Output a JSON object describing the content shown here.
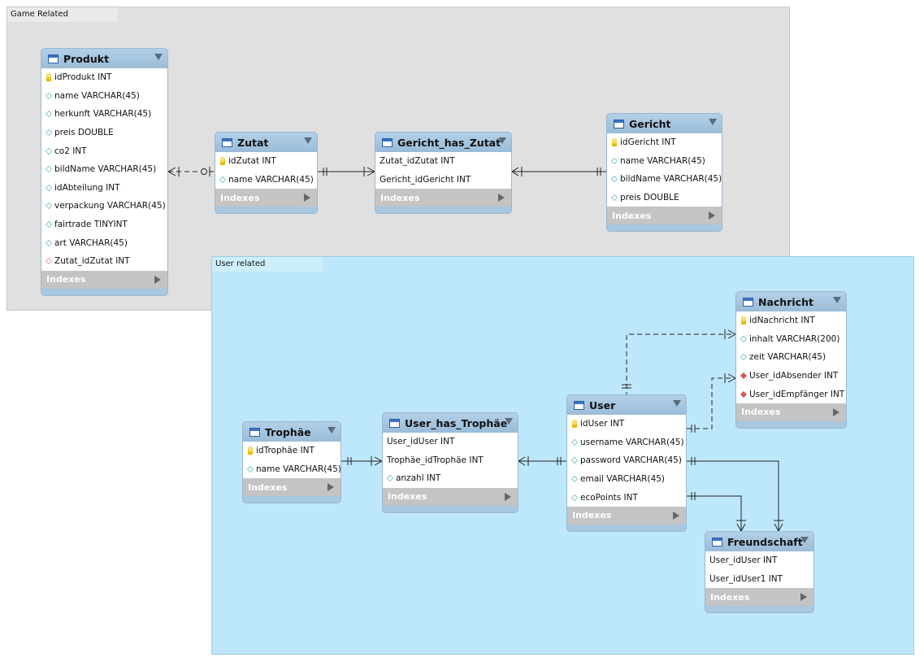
{
  "layers": {
    "game": {
      "label": "Game Related"
    },
    "user": {
      "label": "User related"
    }
  },
  "indexes_label": "Indexes",
  "tables": {
    "produkt": {
      "name": "Produkt",
      "columns": [
        {
          "text": "idProdukt INT",
          "kind": "pk"
        },
        {
          "text": "name VARCHAR(45)",
          "kind": "col"
        },
        {
          "text": "herkunft VARCHAR(45)",
          "kind": "col"
        },
        {
          "text": "preis DOUBLE",
          "kind": "col"
        },
        {
          "text": "co2 INT",
          "kind": "col"
        },
        {
          "text": "bildName VARCHAR(45)",
          "kind": "col"
        },
        {
          "text": "idAbteilung INT",
          "kind": "col"
        },
        {
          "text": "verpackung VARCHAR(45)",
          "kind": "col"
        },
        {
          "text": "fairtrade TINYINT",
          "kind": "col"
        },
        {
          "text": "art VARCHAR(45)",
          "kind": "col"
        },
        {
          "text": "Zutat_idZutat INT",
          "kind": "fk"
        }
      ]
    },
    "zutat": {
      "name": "Zutat",
      "columns": [
        {
          "text": "idZutat INT",
          "kind": "pk"
        },
        {
          "text": "name VARCHAR(45)",
          "kind": "col"
        }
      ]
    },
    "gericht_has_zutat": {
      "name": "Gericht_has_Zutat",
      "columns": [
        {
          "text": "Zutat_idZutat INT",
          "kind": "none"
        },
        {
          "text": "Gericht_idGericht INT",
          "kind": "none"
        }
      ]
    },
    "gericht": {
      "name": "Gericht",
      "columns": [
        {
          "text": "idGericht INT",
          "kind": "pk"
        },
        {
          "text": "name VARCHAR(45)",
          "kind": "col"
        },
        {
          "text": "bildName VARCHAR(45)",
          "kind": "col"
        },
        {
          "text": "preis DOUBLE",
          "kind": "col"
        }
      ]
    },
    "nachricht": {
      "name": "Nachricht",
      "columns": [
        {
          "text": "idNachricht INT",
          "kind": "pk"
        },
        {
          "text": "inhalt VARCHAR(200)",
          "kind": "col"
        },
        {
          "text": "zeit VARCHAR(45)",
          "kind": "col"
        },
        {
          "text": "User_idAbsender INT",
          "kind": "fkf"
        },
        {
          "text": "User_idEmpfänger INT",
          "kind": "fkf"
        }
      ]
    },
    "user": {
      "name": "User",
      "columns": [
        {
          "text": "idUser INT",
          "kind": "pk"
        },
        {
          "text": "username VARCHAR(45)",
          "kind": "col"
        },
        {
          "text": "password VARCHAR(45)",
          "kind": "col"
        },
        {
          "text": "email VARCHAR(45)",
          "kind": "col"
        },
        {
          "text": "ecoPoints INT",
          "kind": "col"
        }
      ]
    },
    "trophaee": {
      "name": "Trophäe",
      "columns": [
        {
          "text": "idTrophäe INT",
          "kind": "pk"
        },
        {
          "text": "name VARCHAR(45)",
          "kind": "col"
        }
      ]
    },
    "user_has_trophaee": {
      "name": "User_has_Trophäe",
      "columns": [
        {
          "text": "User_idUser INT",
          "kind": "none"
        },
        {
          "text": "Trophäe_idTrophäe INT",
          "kind": "none"
        },
        {
          "text": "anzahl INT",
          "kind": "col"
        }
      ]
    },
    "freundschaft": {
      "name": "Freundschaft",
      "columns": [
        {
          "text": "User_idUser INT",
          "kind": "none"
        },
        {
          "text": "User_idUser1 INT",
          "kind": "none"
        }
      ]
    }
  }
}
